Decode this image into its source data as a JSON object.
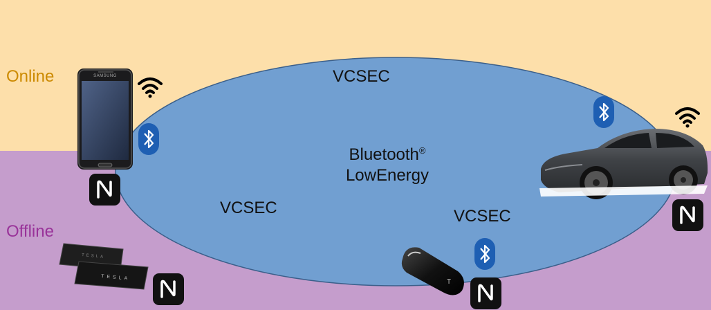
{
  "colors": {
    "online_band": "#fddfaa",
    "offline_band": "#c59dcc",
    "ellipse_fill": "#719fd1",
    "ellipse_stroke": "#3b5f8a",
    "online_text": "#cc8a00",
    "offline_text": "#993399",
    "bluetooth_badge": "#1e5fb3",
    "nfc_badge": "#111111"
  },
  "zones": {
    "online": "Online",
    "offline": "Offline"
  },
  "ellipse": {
    "label_top": "VCSEC",
    "label_left": "VCSEC",
    "label_right": "VCSEC",
    "center_line1": "Bluetooth",
    "center_reg": "®",
    "center_line2": "LowEnergy"
  },
  "devices": {
    "phone": {
      "brand": "SAMSUNG",
      "icons": [
        "wifi-icon",
        "bluetooth-icon",
        "nfc-icon"
      ]
    },
    "car": {
      "icons": [
        "wifi-icon",
        "bluetooth-icon",
        "nfc-icon"
      ]
    },
    "key_fob": {
      "icons": [
        "bluetooth-icon",
        "nfc-icon"
      ]
    },
    "key_cards": {
      "brand": "TESLA",
      "icons": [
        "nfc-icon"
      ]
    }
  }
}
